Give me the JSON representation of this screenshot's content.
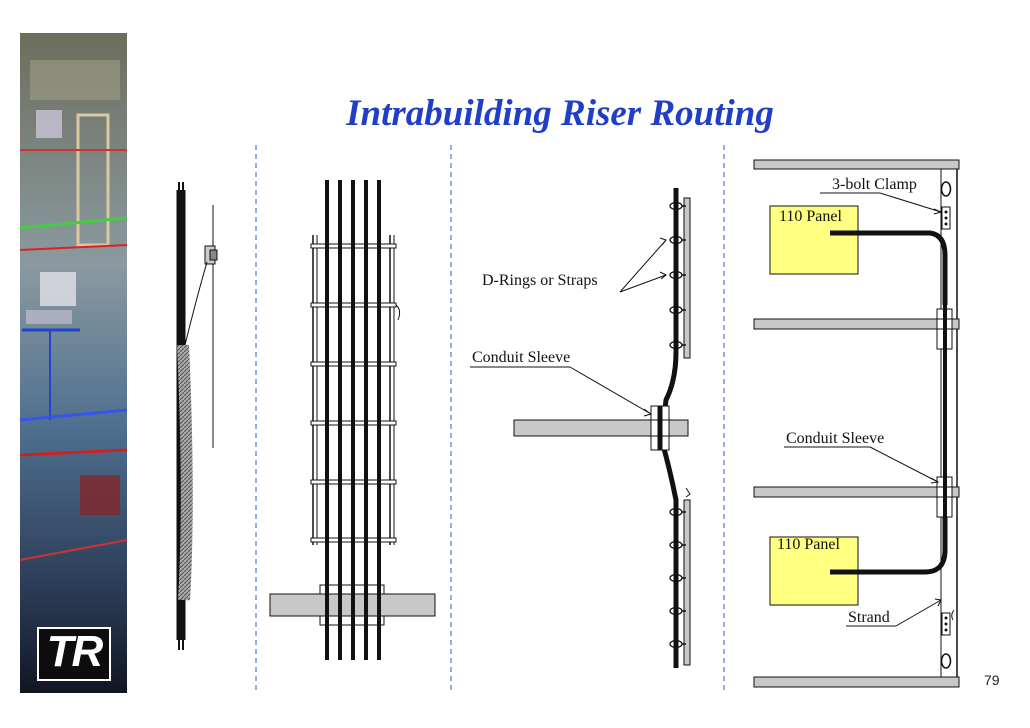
{
  "slide": {
    "title": "Intrabuilding Riser Routing",
    "page_number": "79"
  },
  "logo": {
    "text": "TR"
  },
  "labels": {
    "d_rings": "D-Rings or Straps",
    "conduit_sleeve_center": "Conduit Sleeve",
    "three_bolt_clamp": "3-bolt Clamp",
    "panel_top": "110 Panel",
    "conduit_sleeve_right": "Conduit Sleeve",
    "panel_bottom": "110 Panel",
    "strand": "Strand"
  },
  "colors": {
    "title": "#1f3fc8",
    "panel_fill": "#ffff80",
    "floor_fill": "#c8c8c8",
    "divider": "#3355cc"
  }
}
